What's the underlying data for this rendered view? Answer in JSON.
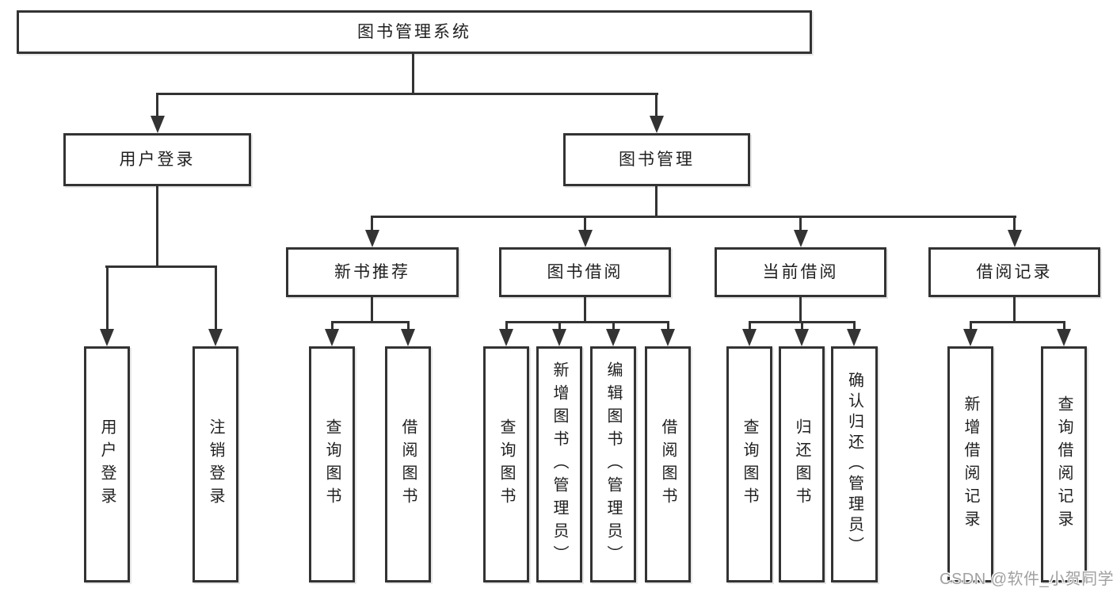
{
  "colors": {
    "line": "#333333",
    "text": "#1f1f1f",
    "box_bg": "#ffffff",
    "watermark": "#a0a0a0",
    "background": "#ffffff"
  },
  "tree": {
    "label": "图书管理系统",
    "children": [
      {
        "label": "用户登录",
        "children": [
          {
            "label": "用户登录"
          },
          {
            "label": "注销登录"
          }
        ]
      },
      {
        "label": "图书管理",
        "children": [
          {
            "label": "新书推荐",
            "children": [
              {
                "label": "查询图书"
              },
              {
                "label": "借阅图书"
              }
            ]
          },
          {
            "label": "图书借阅",
            "children": [
              {
                "label": "查询图书"
              },
              {
                "label": "新增图书（管理员）"
              },
              {
                "label": "编辑图书（管理员）"
              },
              {
                "label": "借阅图书"
              }
            ]
          },
          {
            "label": "当前借阅",
            "children": [
              {
                "label": "查询图书"
              },
              {
                "label": "归还图书"
              },
              {
                "label": "确认归还（管理员）"
              }
            ]
          },
          {
            "label": "借阅记录",
            "children": [
              {
                "label": "新增借阅记录"
              },
              {
                "label": "查询借阅记录"
              }
            ]
          }
        ]
      }
    ]
  },
  "watermark": {
    "text": "CSDN @软件_小贺同学"
  }
}
